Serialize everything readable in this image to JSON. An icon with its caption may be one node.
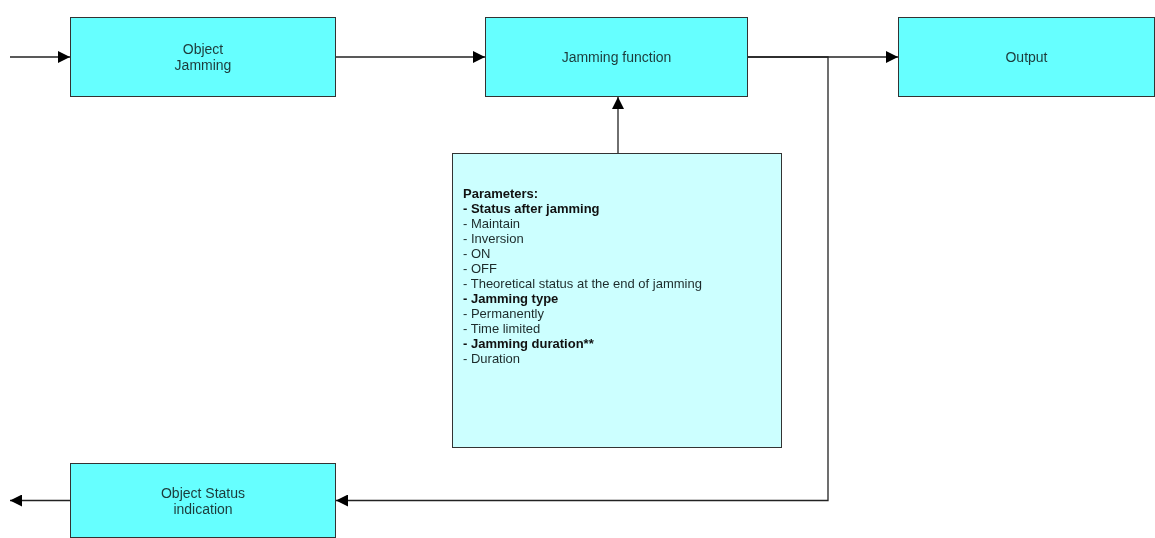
{
  "diagram": {
    "nodes": [
      {
        "text": [
          "Object Jamming"
        ]
      },
      {
        "text": [
          "Jamming function"
        ]
      },
      {
        "text": [
          "Output"
        ]
      },
      {
        "text": [
          "Parameters:",
          "- Status after jamming",
          "- Maintain",
          "- Inversion",
          "- ON",
          "- OFF",
          "- Theoretical status at the end of jamming",
          "- Jamming type",
          "- Permanently",
          "- Time limited",
          "- Jamming duration**",
          "- Duration"
        ]
      },
      {
        "text": [
          "Object Status indication"
        ]
      }
    ],
    "edges": [
      {
        "from": null,
        "to": 0,
        "arrow": "to"
      },
      {
        "from": 0,
        "to": 1,
        "arrow": "to"
      },
      {
        "from": 1,
        "to": 2,
        "arrow": "to"
      },
      {
        "from": 3,
        "to": 1,
        "arrow": "to"
      },
      {
        "from": 1,
        "to": 4,
        "arrow": "to"
      },
      {
        "from": 4,
        "to": null,
        "arrow": "to"
      }
    ]
  }
}
